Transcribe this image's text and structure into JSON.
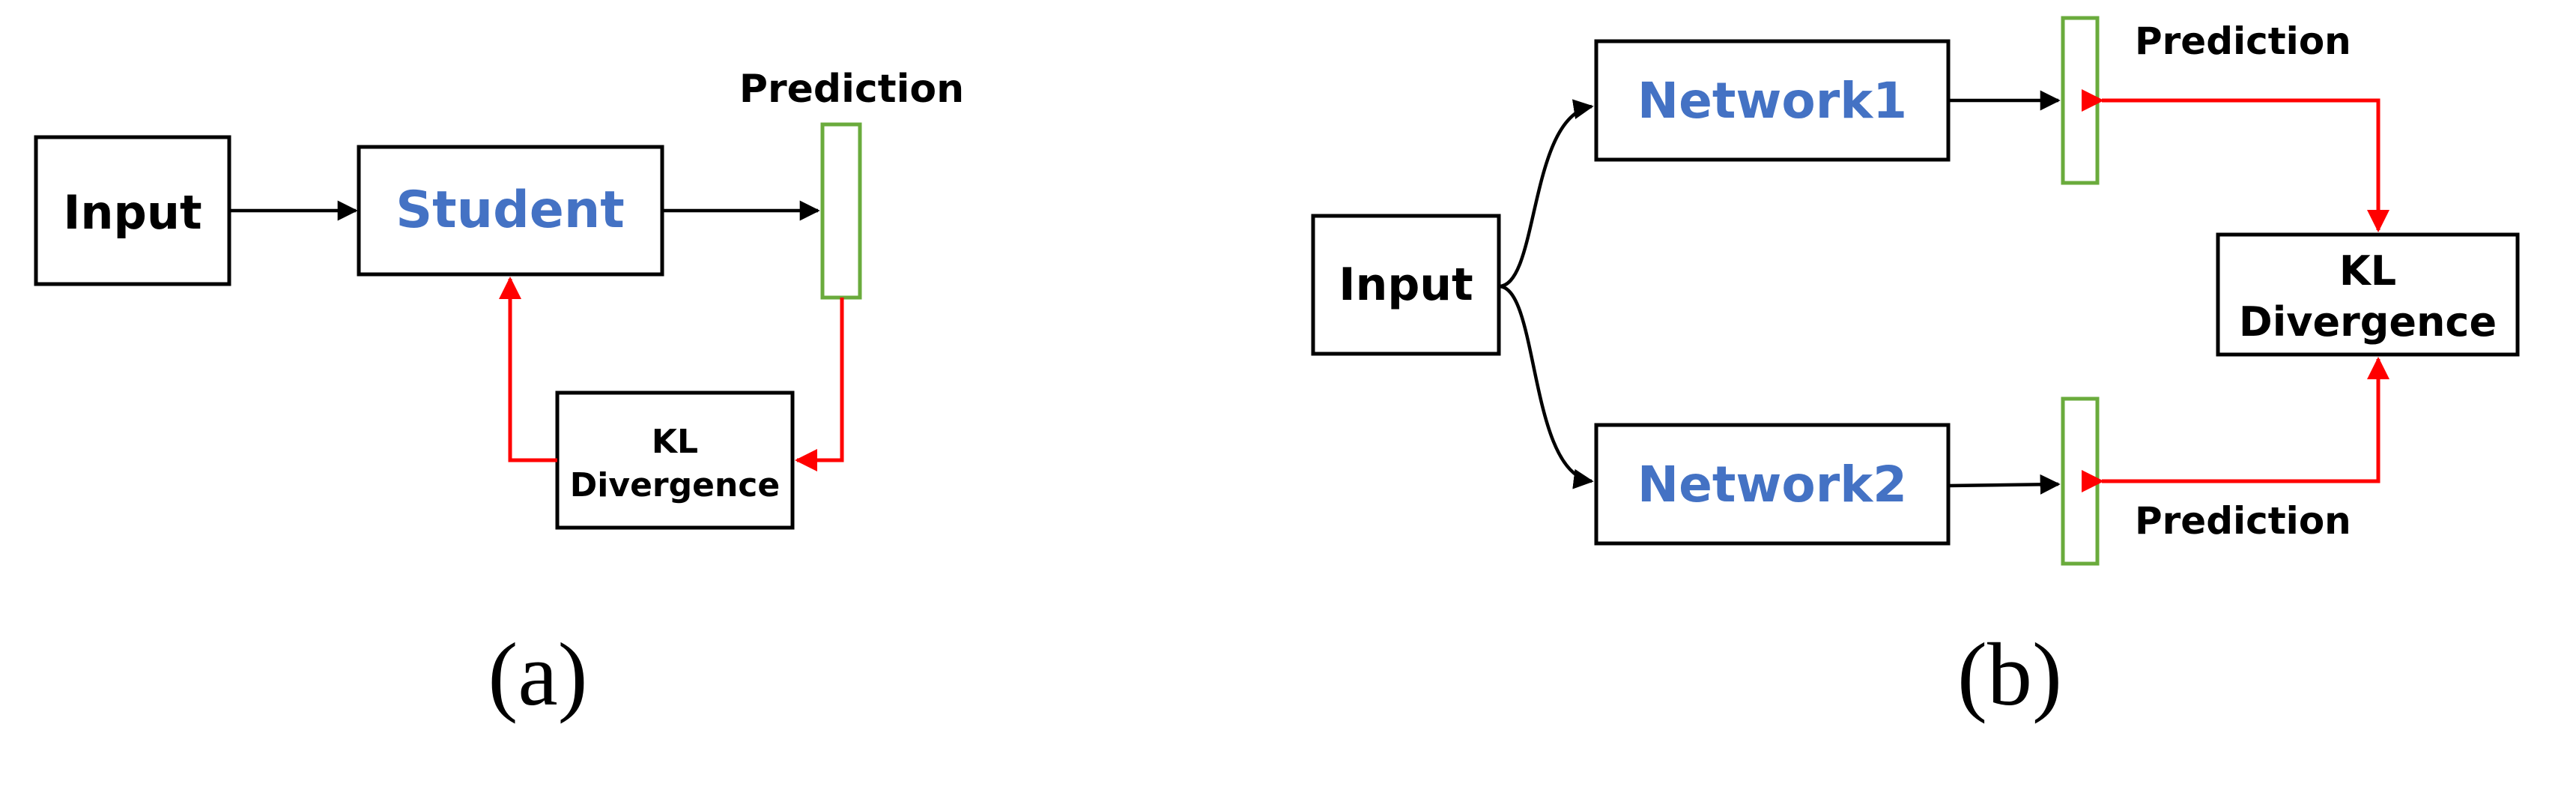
{
  "panel_a": {
    "input_label": "Input",
    "student_label": "Student",
    "prediction_label": "Prediction",
    "kl_label_line1": "KL",
    "kl_label_line2": "Divergence",
    "caption": "(a)"
  },
  "panel_b": {
    "input_label": "Input",
    "network1_label": "Network1",
    "network2_label": "Network2",
    "prediction_top_label": "Prediction",
    "prediction_bottom_label": "Prediction",
    "kl_label_line1": "KL",
    "kl_label_line2": "Divergence",
    "caption": "(b)"
  },
  "colors": {
    "network_text": "#4472c4",
    "prediction_box": "#6aab3c",
    "feedback_arrow": "#ff0000",
    "forward_arrow": "#000000"
  }
}
